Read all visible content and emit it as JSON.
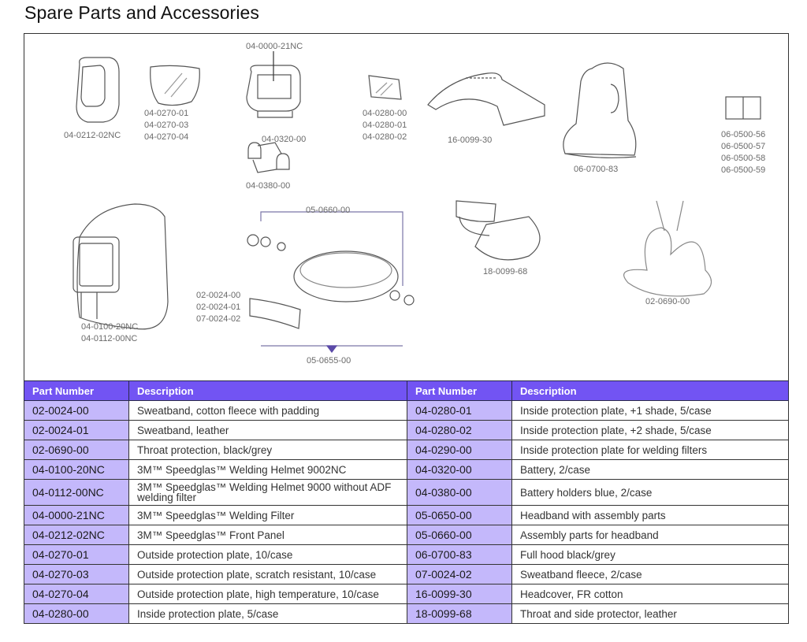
{
  "page": {
    "title": "Spare Parts and Accessories",
    "accent_color": "#7254f3",
    "part_cell_color": "#c4b8fb"
  },
  "figure": {
    "callouts": {
      "front_panel": [
        "04-0212-02NC"
      ],
      "outside_plates": [
        "04-0270-01",
        "04-0270-03",
        "04-0270-04"
      ],
      "welding_filter": [
        "04-0000-21NC"
      ],
      "battery": [
        "04-0320-00"
      ],
      "battery_holders": [
        "04-0380-00"
      ],
      "inside_plates": [
        "04-0280-00",
        "04-0280-01",
        "04-0280-02"
      ],
      "headcover": [
        "16-0099-30"
      ],
      "full_hood": [
        "06-0700-83"
      ],
      "magnifiers": [
        "06-0500-56",
        "06-0500-57",
        "06-0500-58",
        "06-0500-59"
      ],
      "helmet": [
        "04-0100-20NC",
        "04-0112-00NC"
      ],
      "assembly_parts": [
        "05-0660-00"
      ],
      "sweatbands": [
        "02-0024-00",
        "02-0024-01",
        "07-0024-02"
      ],
      "headband": [
        "05-0655-00"
      ],
      "throat_side_protector": [
        "18-0099-68"
      ],
      "throat_protection": [
        "02-0690-00"
      ]
    }
  },
  "table": {
    "headers": [
      "Part Number",
      "Description",
      "Part Number",
      "Description"
    ],
    "rows": [
      {
        "pn1": "02-0024-00",
        "d1": "Sweatband, cotton fleece with padding",
        "pn2": "04-0280-01",
        "d2": "Inside protection plate, +1 shade, 5/case"
      },
      {
        "pn1": "02-0024-01",
        "d1": "Sweatband, leather",
        "pn2": "04-0280-02",
        "d2": "Inside protection plate, +2 shade, 5/case"
      },
      {
        "pn1": "02-0690-00",
        "d1": "Throat protection, black/grey",
        "pn2": "04-0290-00",
        "d2": "Inside protection plate for welding filters"
      },
      {
        "pn1": "04-0100-20NC",
        "d1": "3M™ Speedglas™ Welding Helmet 9002NC",
        "pn2": "04-0320-00",
        "d2": "Battery, 2/case"
      },
      {
        "pn1": "04-0112-00NC",
        "d1": "3M™ Speedglas™ Welding Helmet 9000 without ADF welding filter",
        "pn2": "04-0380-00",
        "d2": "Battery holders blue, 2/case"
      },
      {
        "pn1": "04-0000-21NC",
        "d1": "3M™ Speedglas™ Welding Filter",
        "pn2": "05-0650-00",
        "d2": "Headband with assembly parts"
      },
      {
        "pn1": "04-0212-02NC",
        "d1": "3M™ Speedglas™ Front Panel",
        "pn2": "05-0660-00",
        "d2": "Assembly parts for headband"
      },
      {
        "pn1": "04-0270-01",
        "d1": "Outside protection plate, 10/case",
        "pn2": "06-0700-83",
        "d2": "Full hood black/grey"
      },
      {
        "pn1": "04-0270-03",
        "d1": "Outside protection plate, scratch resistant, 10/case",
        "pn2": "07-0024-02",
        "d2": "Sweatband fleece, 2/case"
      },
      {
        "pn1": "04-0270-04",
        "d1": "Outside protection plate, high temperature, 10/case",
        "pn2": "16-0099-30",
        "d2": "Headcover, FR cotton"
      },
      {
        "pn1": "04-0280-00",
        "d1": "Inside protection plate, 5/case",
        "pn2": "18-0099-68",
        "d2": "Throat and side protector, leather"
      }
    ]
  }
}
